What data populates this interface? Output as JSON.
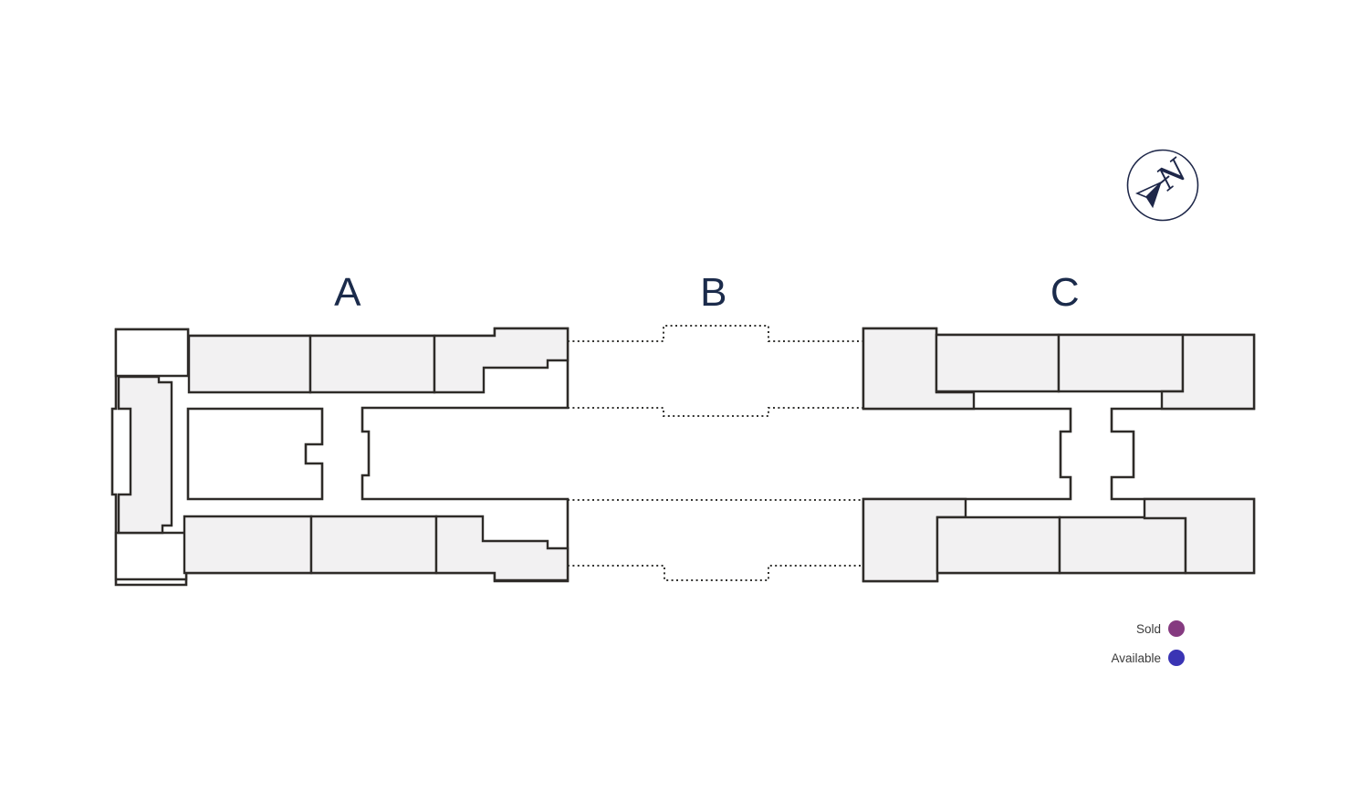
{
  "plan": {
    "buildings": [
      {
        "id": "A",
        "label": "A",
        "status": "built",
        "units_shown": 7
      },
      {
        "id": "B",
        "label": "B",
        "status": "outline-only"
      },
      {
        "id": "C",
        "label": "C",
        "status": "built",
        "units_shown": 8
      }
    ]
  },
  "legend": {
    "items": [
      {
        "label": "Sold",
        "color": "#853a80"
      },
      {
        "label": "Available",
        "color": "#3a34b4"
      }
    ]
  },
  "compass": {
    "letter": "N"
  },
  "colors": {
    "outline": "#2e2b28",
    "unit_fill": "#f2f1f2",
    "building_label": "#1b2b4b",
    "legend_text": "#3b3b3b",
    "compass": "#1e2749",
    "background": "#ffffff"
  }
}
